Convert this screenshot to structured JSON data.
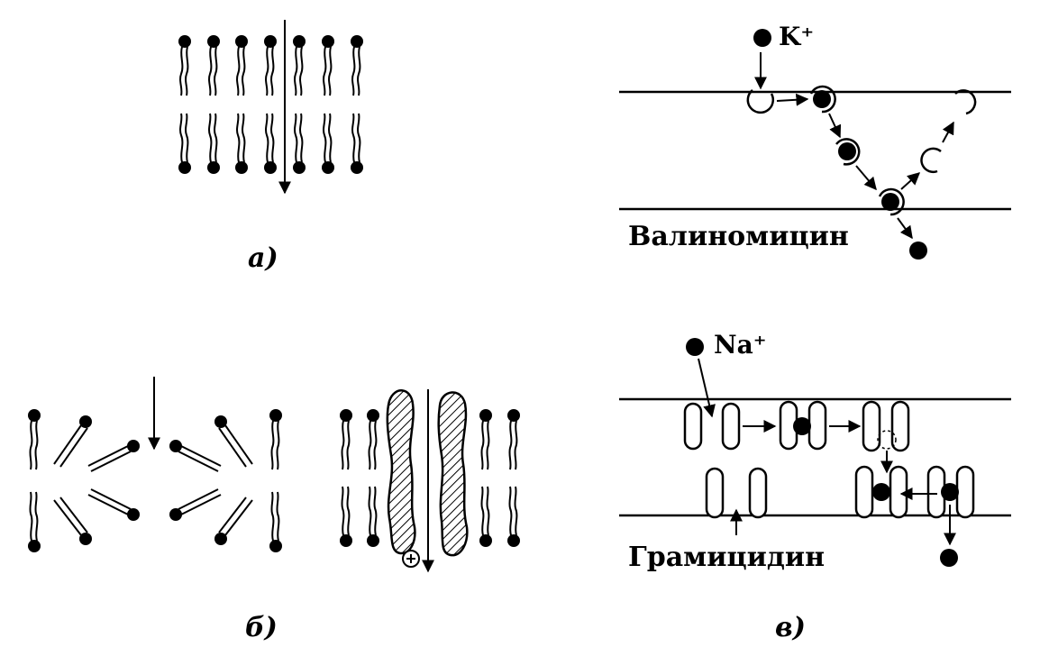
{
  "panels": {
    "a": {
      "label": "а)"
    },
    "b": {
      "label": "б)"
    },
    "v": {
      "label": "в)",
      "valinomycin": {
        "name": "Валиномицин",
        "ion": "K⁺"
      },
      "gramicidin": {
        "name": "Грамицидин",
        "ion": "Na⁺"
      }
    }
  },
  "colors": {
    "ink": "#000000",
    "paper": "#ffffff"
  }
}
